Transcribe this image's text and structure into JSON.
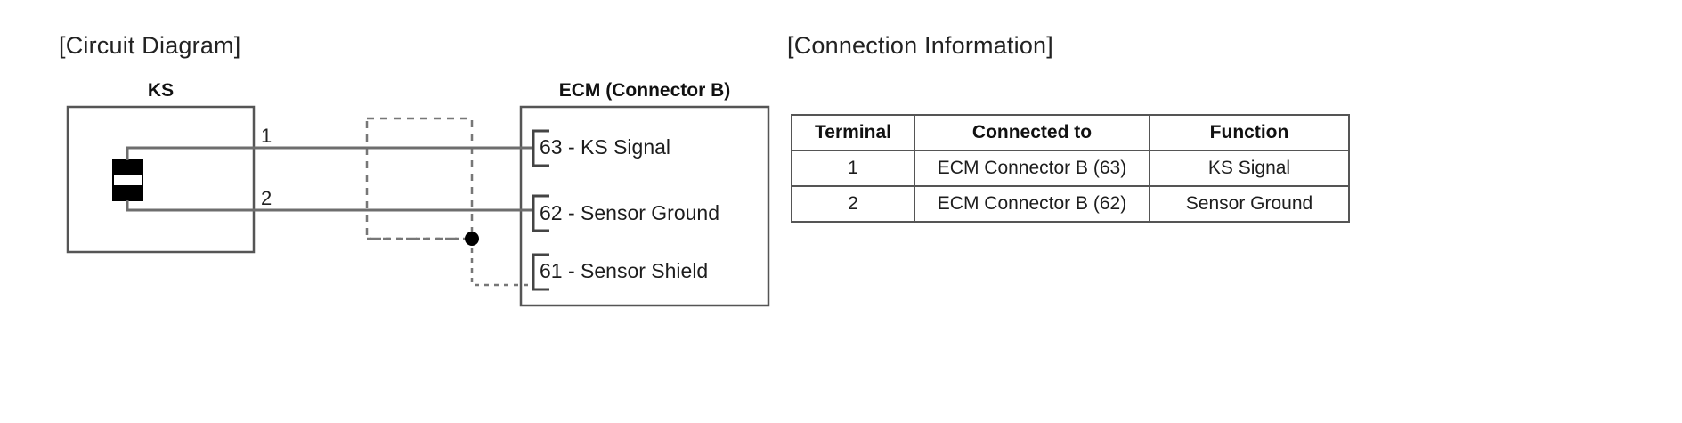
{
  "sections": {
    "circuit_diagram_title": "[Circuit Diagram]",
    "connection_information_title": "[Connection Information]"
  },
  "circuit": {
    "sensor_block": {
      "label": "KS",
      "component": "piezo-element",
      "pins": [
        {
          "number": "1",
          "signal": "KS Signal"
        },
        {
          "number": "2",
          "signal": "Sensor Ground"
        }
      ]
    },
    "ecm_block": {
      "label": "ECM (Connector B)",
      "terminals": [
        {
          "text": "63 - KS Signal"
        },
        {
          "text": "62 - Sensor Ground"
        },
        {
          "text": "61 - Sensor Shield"
        }
      ]
    },
    "shield": {
      "style": "dashed",
      "junction": "shield-junction-dot"
    },
    "colors": {
      "wire": "#666666",
      "box_border": "#555555",
      "shield_dash": "#777777",
      "piezo_fill": "#000000",
      "text": "#1d1d1d"
    }
  },
  "connection_table": {
    "headers": [
      "Terminal",
      "Connected to",
      "Function"
    ],
    "rows": [
      [
        "1",
        "ECM Connector B (63)",
        "KS Signal"
      ],
      [
        "2",
        "ECM Connector B (62)",
        "Sensor Ground"
      ]
    ]
  }
}
